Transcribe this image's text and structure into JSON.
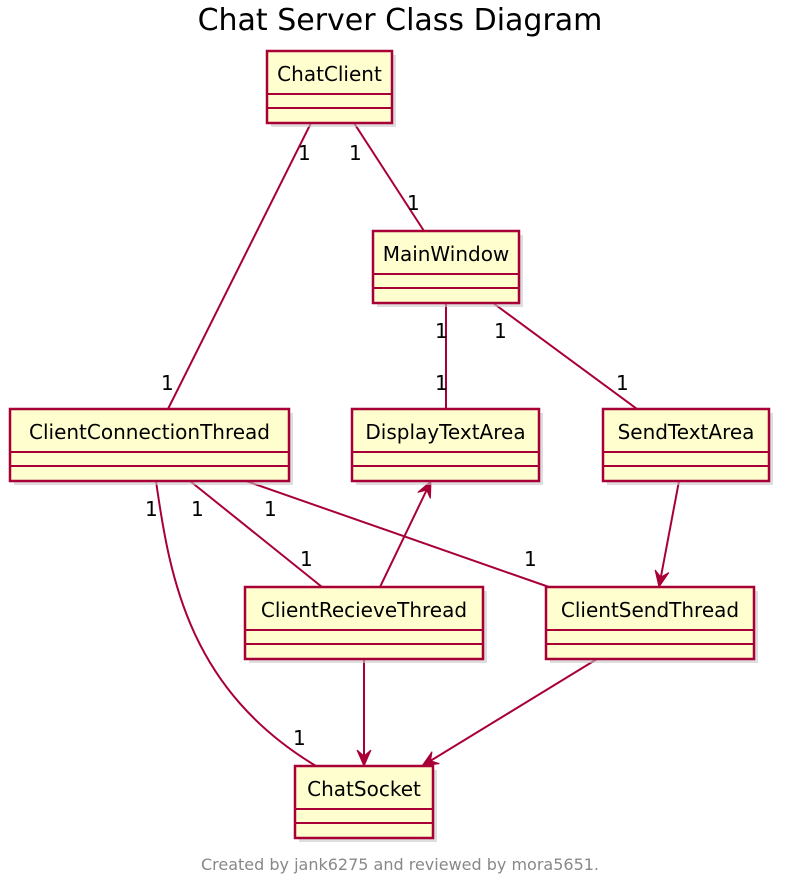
{
  "diagram": {
    "title": "Chat Server Class Diagram",
    "footer": "Created by jank6275 and reviewed by mora5651.",
    "colors": {
      "box_fill": "#FEFECE",
      "box_border": "#A80036",
      "edge": "#A80036",
      "footer_text": "#888888"
    },
    "classes": [
      {
        "id": "ChatClient",
        "name": "ChatClient"
      },
      {
        "id": "MainWindow",
        "name": "MainWindow"
      },
      {
        "id": "ClientConnectionThread",
        "name": "ClientConnectionThread"
      },
      {
        "id": "DisplayTextArea",
        "name": "DisplayTextArea"
      },
      {
        "id": "SendTextArea",
        "name": "SendTextArea"
      },
      {
        "id": "ClientRecieveThread",
        "name": "ClientRecieveThread"
      },
      {
        "id": "ClientSendThread",
        "name": "ClientSendThread"
      },
      {
        "id": "ChatSocket",
        "name": "ChatSocket"
      }
    ],
    "relations": [
      {
        "from": "ChatClient",
        "to": "ClientConnectionThread",
        "type": "association",
        "from_mult": "1",
        "to_mult": "1"
      },
      {
        "from": "ChatClient",
        "to": "MainWindow",
        "type": "association",
        "from_mult": "1",
        "to_mult": "1"
      },
      {
        "from": "MainWindow",
        "to": "DisplayTextArea",
        "type": "association",
        "from_mult": "1",
        "to_mult": "1"
      },
      {
        "from": "MainWindow",
        "to": "SendTextArea",
        "type": "association",
        "from_mult": "1",
        "to_mult": "1"
      },
      {
        "from": "ClientConnectionThread",
        "to": "ClientRecieveThread",
        "type": "association",
        "from_mult": "1",
        "to_mult": "1"
      },
      {
        "from": "ClientConnectionThread",
        "to": "ClientSendThread",
        "type": "association",
        "from_mult": "1",
        "to_mult": "1"
      },
      {
        "from": "ClientConnectionThread",
        "to": "ChatSocket",
        "type": "association",
        "from_mult": "1",
        "to_mult": "1"
      },
      {
        "from": "ClientRecieveThread",
        "to": "DisplayTextArea",
        "type": "directed"
      },
      {
        "from": "SendTextArea",
        "to": "ClientSendThread",
        "type": "directed"
      },
      {
        "from": "ClientRecieveThread",
        "to": "ChatSocket",
        "type": "directed"
      },
      {
        "from": "ClientSendThread",
        "to": "ChatSocket",
        "type": "directed"
      }
    ]
  }
}
